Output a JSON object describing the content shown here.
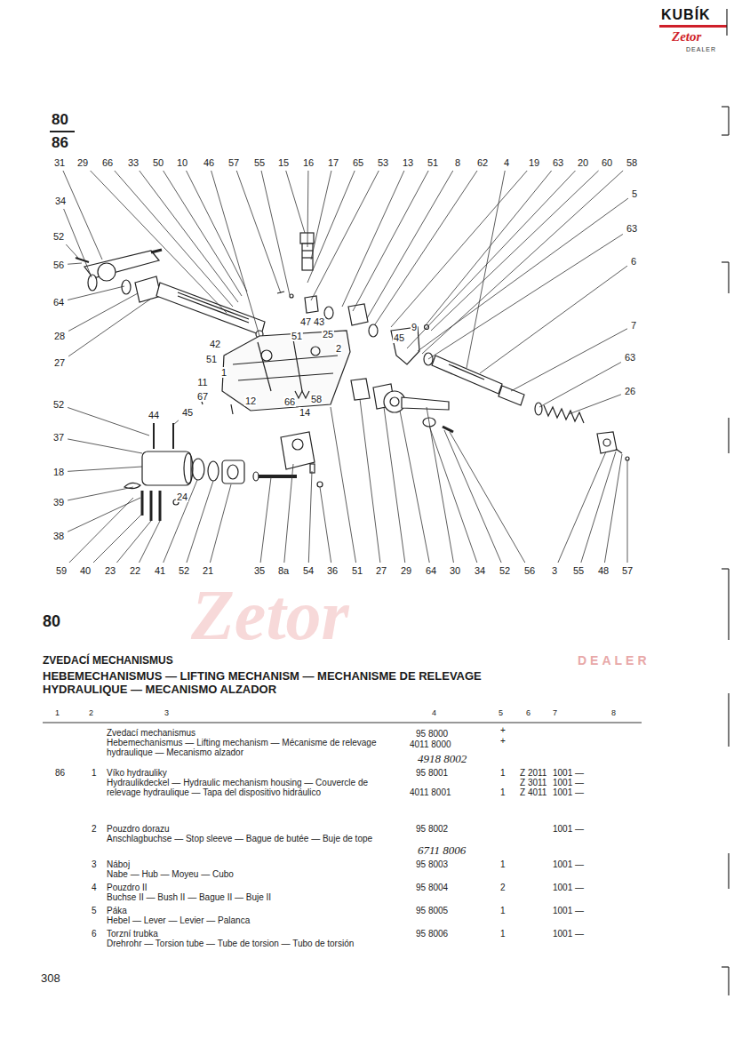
{
  "diagram": {
    "title": "ZVEDACÍ MECHANISMUS",
    "labels": [
      "KUBÍK",
      "Zetor",
      "DEALER",
      "80",
      "86",
      "31",
      "29",
      "66",
      "33",
      "50",
      "10",
      "46",
      "57",
      "55",
      "15",
      "16",
      "17",
      "65",
      "53",
      "13",
      "51",
      "8",
      "62",
      "4",
      "19",
      "63",
      "20",
      "60",
      "58",
      "5",
      "63",
      "6",
      "7",
      "63",
      "26",
      "34",
      "52",
      "56",
      "64",
      "28",
      "27",
      "42",
      "51",
      "1",
      "11",
      "67",
      "12",
      "47",
      "43",
      "51",
      "25",
      "2",
      "9",
      "45",
      "66",
      "14",
      "58",
      "52",
      "44",
      "45",
      "37",
      "18",
      "39",
      "38",
      "24",
      "59",
      "40",
      "23",
      "22",
      "41",
      "52",
      "21",
      "35",
      "8a",
      "54",
      "36",
      "51",
      "27",
      "29",
      "64",
      "30",
      "34",
      "52",
      "56",
      "3",
      "55",
      "48",
      "57",
      "Zetor",
      "DEALER",
      "80",
      "HEBEMECHANISMUS — LIFTING MECHANISM — MECHANISME DE RELEVAGE HYDRAULIQUE — MECANISMO ALZADOR",
      "1",
      "2",
      "3",
      "4",
      "5",
      "6",
      "7",
      "8",
      "Zvedací mechanismus",
      "Hebemechanismus — Lifting mechanism — Mécanisme de relevage hydraulique — Mecanismo alzador",
      "95 8000",
      "4011 8000",
      "+",
      "+",
      "86",
      "1",
      "Víko hydrauliky",
      "Hydraulikdeckel — Hydraulic mechanism housing — Couvercle de relevage hydraulique — Tapa del dispositivo hidráulico",
      "4918 8002",
      "95 8001",
      "4011 8001",
      "1",
      "1",
      "Z 2011",
      "Z 3011",
      "Z 4011",
      "1001 —",
      "1001 —",
      "1001 —",
      "2",
      "Pouzdro dorazu",
      "Anschlagbuchse — Stop sleeve — Bague de butée — Buje de tope",
      "95 8002",
      "1001 —",
      "3",
      "Náboj",
      "Nabe — Hub — Moyeu — Cubo",
      "6711 8006",
      "95 8003",
      "1",
      "1001 —",
      "4",
      "Pouzdro II",
      "Buchse II — Bush II — Bague II — Buje II",
      "95 8004",
      "2",
      "1001 —",
      "5",
      "Páka",
      "Hebel — Lever — Levier — Palanca",
      "95 8005",
      "1",
      "1001 —",
      "6",
      "Torzní trubka",
      "Drehrohr — Torsion tube — Tube de torsion — Tubo de torsión",
      "95 8006",
      "1",
      "1001 —",
      "308"
    ]
  }
}
